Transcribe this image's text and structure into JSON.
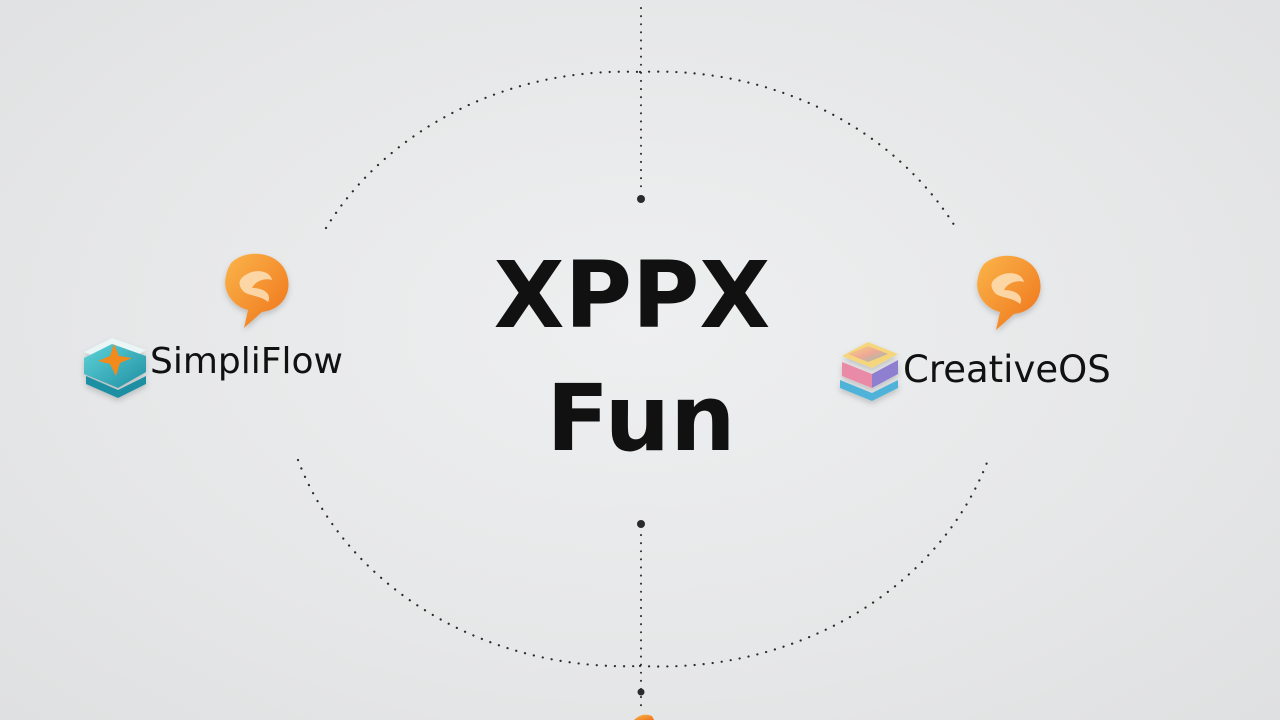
{
  "hero": {
    "line1": "XPPX",
    "line2": "Fun"
  },
  "brands": [
    {
      "label": "SimpliFlow",
      "speech_icon": "orange-speech-bubble-icon",
      "logo_icon": "teal-stack-star-icon"
    },
    {
      "label": "CreativeOS",
      "speech_icon": "orange-speech-bubble-icon",
      "logo_icon": "pastel-stack-cube-icon"
    }
  ],
  "colors": {
    "background": "#e6e7e8",
    "text": "#111111",
    "dots": "#2b2b2b",
    "orange_light": "#f9a43a",
    "orange_dark": "#f07c1c",
    "teal": "#2bb8c4",
    "star_orange": "#f28a1e",
    "pastel_yellow": "#f3d27a",
    "pastel_pink": "#e98aa6",
    "pastel_blue": "#4fb3d9",
    "pastel_purple": "#8f7fd1"
  }
}
